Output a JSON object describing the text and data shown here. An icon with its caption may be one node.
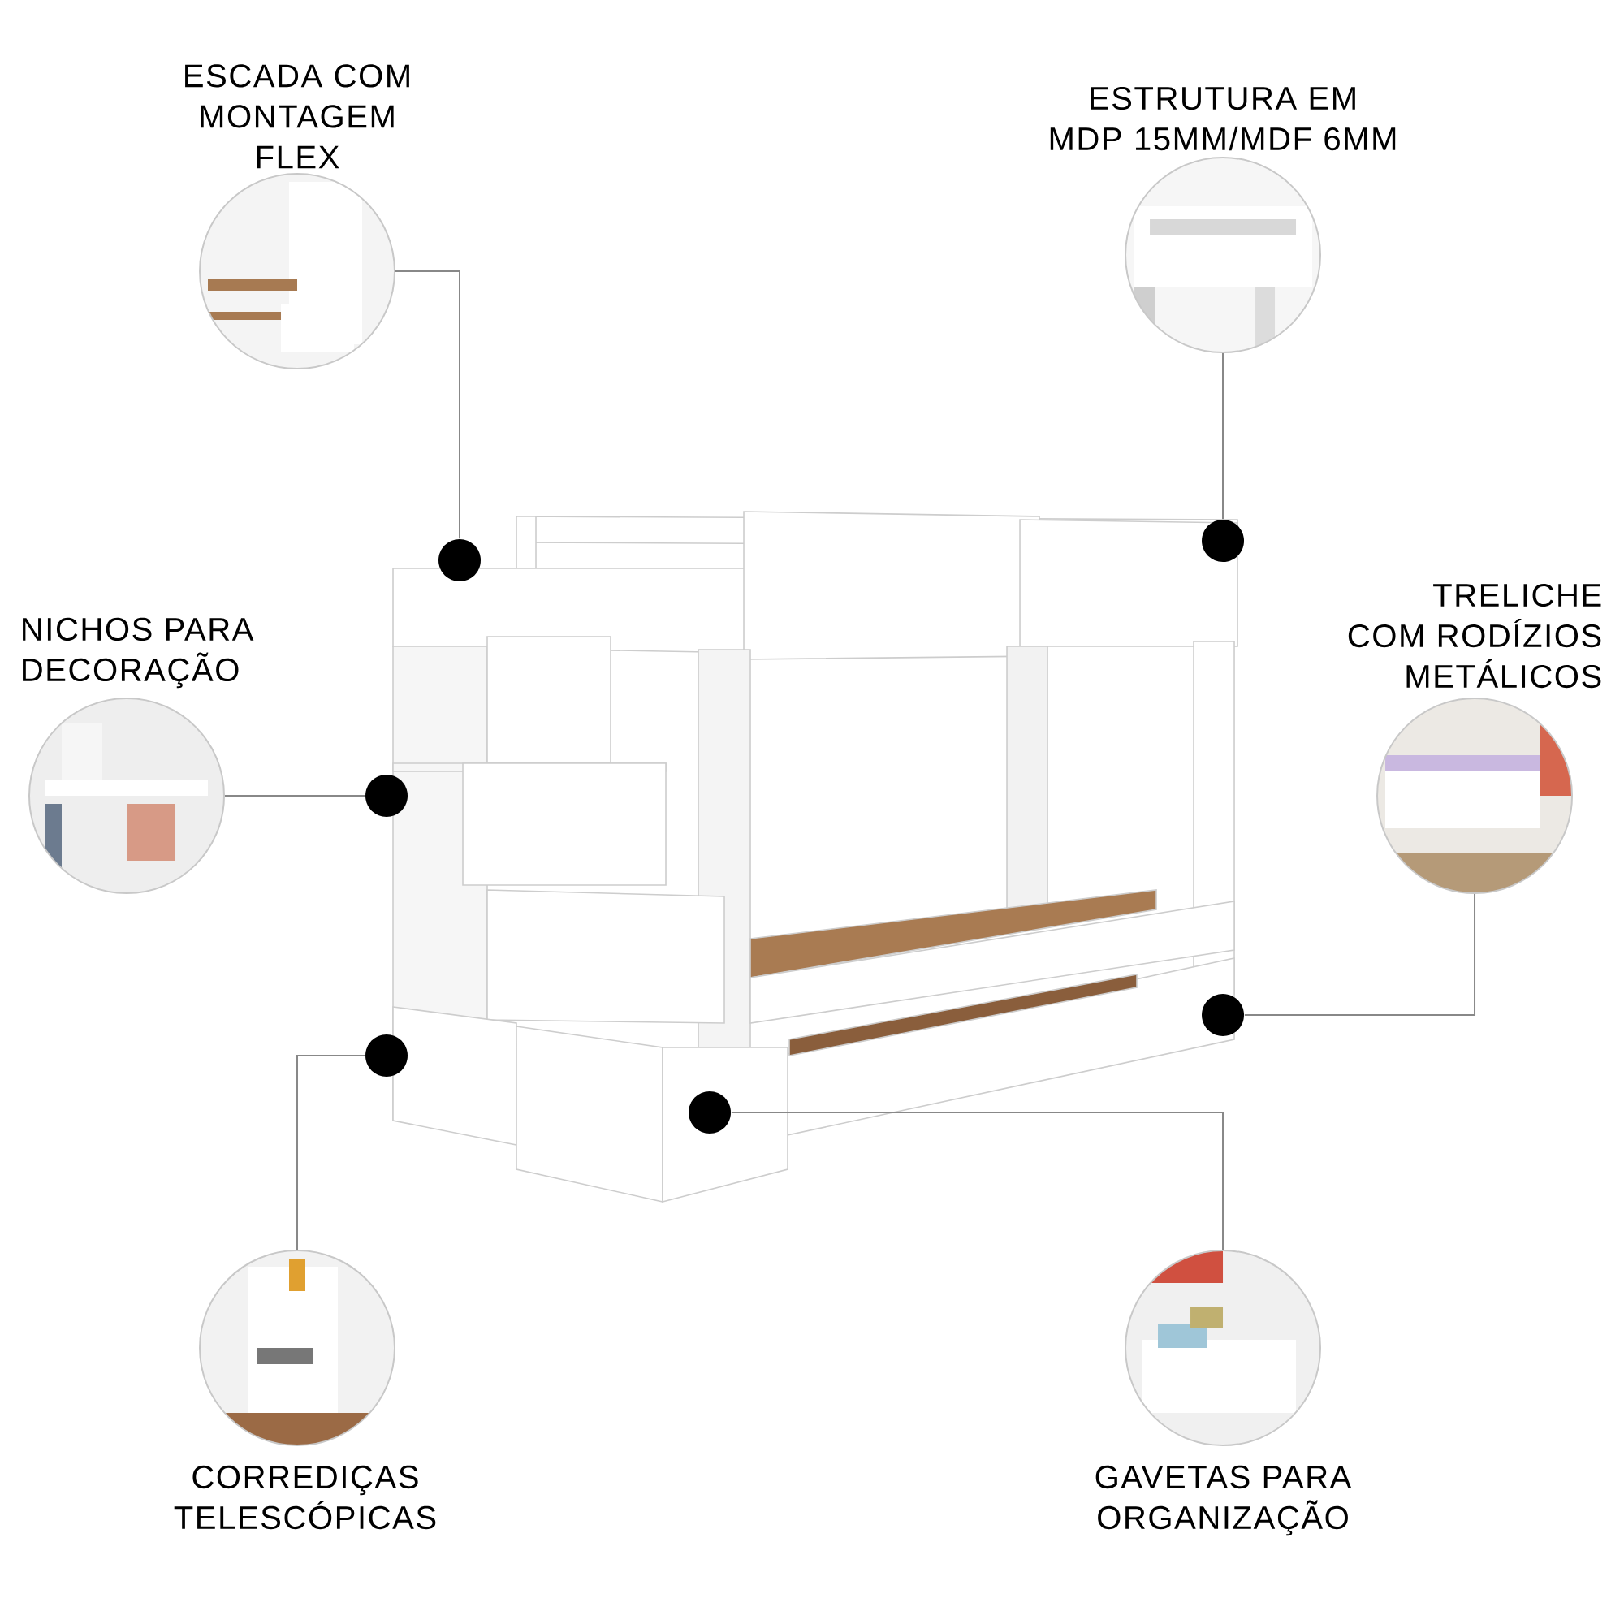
{
  "diagram": {
    "nodes": [
      {
        "text": [
          "ESCADA COM MONTAGEM FLEX"
        ]
      },
      {
        "text": [
          "ESTRUTURA EM MDP 15MM/MDF 6MM"
        ]
      },
      {
        "text": [
          "NICHOS PARA DECORAÇÃO"
        ]
      },
      {
        "text": [
          "TRELICHE COM RODÍZIOS METÁLICOS"
        ]
      },
      {
        "text": [
          "CORREDIÇAS TELESCÓPICAS"
        ]
      },
      {
        "text": [
          "GAVETAS PARA ORGANIZAÇÃO"
        ]
      },
      {
        "text": [],
        "shape": "circle"
      },
      {
        "text": [],
        "shape": "circle"
      },
      {
        "text": [],
        "shape": "circle"
      },
      {
        "text": [],
        "shape": "circle"
      },
      {
        "text": [],
        "shape": "circle"
      },
      {
        "text": [],
        "shape": "circle"
      }
    ],
    "edges": [
      {
        "from": 0,
        "to": 6,
        "arrow": "none"
      },
      {
        "from": 1,
        "to": 7,
        "arrow": "none"
      },
      {
        "from": 2,
        "to": 8,
        "arrow": "none"
      },
      {
        "from": 3,
        "to": 9,
        "arrow": "none"
      },
      {
        "from": 4,
        "to": 10,
        "arrow": "none"
      },
      {
        "from": 5,
        "to": 11,
        "arrow": "none"
      }
    ]
  }
}
